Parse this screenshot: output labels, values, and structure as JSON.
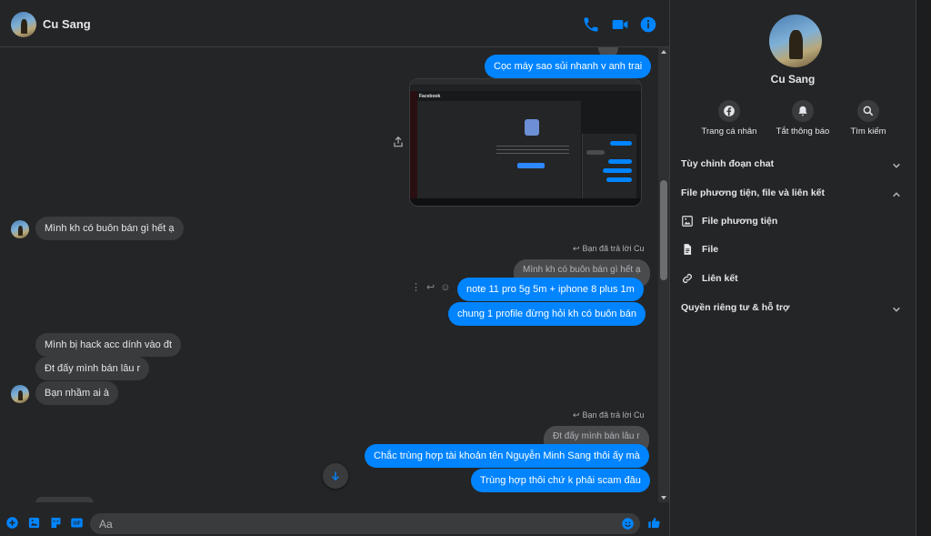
{
  "header": {
    "contact_name": "Cu Sang",
    "icons": [
      "phone-icon",
      "video-icon",
      "info-icon"
    ]
  },
  "messages": {
    "m1": "Cọc máy sao sủi nhanh v anh trai",
    "m2": "Mình kh có buôn bán gì hết ạ",
    "reply1_note": "Bạn đã trả lời Cu",
    "reply1_quote": "Mình kh có buôn bán gì hết ạ",
    "m3": "note 11 pro 5g 5m + iphone 8 plus 1m",
    "m4": "chung 1 profile đừng hỏi kh có buôn bán",
    "m5": "Mình bị hack acc dính vào đt",
    "m6": "Đt đấy mình bán lâu r",
    "m7": "Bạn nhầm ai à",
    "reply2_note": "Bạn đã trả lời Cu",
    "reply2_quote": "Đt đấy mình bán lâu r",
    "m8": "Chắc trùng hợp tài khoản tên Nguyễn Minh Sang thôi ấy mà",
    "m9": "Trùng hợp thôi chứ k phải scam đâu"
  },
  "screenshot_attachment": {
    "app_title": "Facebook"
  },
  "composer": {
    "placeholder": "Aa",
    "icons": [
      "plus-icon",
      "image-icon",
      "sticker-icon",
      "gif-icon",
      "emoji-icon",
      "like-icon"
    ]
  },
  "right_panel": {
    "name": "Cu Sang",
    "actions": [
      {
        "label": "Trang cá nhân",
        "icon": "facebook-icon"
      },
      {
        "label": "Tắt thông báo",
        "icon": "bell-icon"
      },
      {
        "label": "Tìm kiếm",
        "icon": "search-icon"
      }
    ],
    "sections": {
      "customize": "Tùy chỉnh đoạn chat",
      "media": "File phương tiện, file và liên kết",
      "media_items": [
        "File phương tiện",
        "File",
        "Liên kết"
      ],
      "privacy": "Quyền riêng tư & hỗ trợ"
    }
  },
  "colors": {
    "accent": "#0084ff",
    "background": "#242526",
    "bubble_incoming": "#3a3b3c"
  }
}
